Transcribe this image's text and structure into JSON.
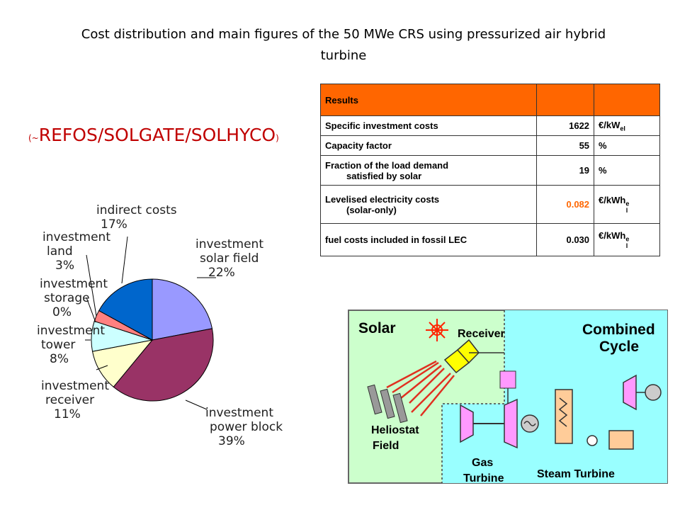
{
  "page": {
    "title": "Cost distribution and main figures of the 50 MWe CRS using pressurized air hybrid turbine",
    "subtitle_prefix": "(~",
    "subtitle_main": "REFOS/SOLGATE/SOLHYCO",
    "subtitle_suffix": ")"
  },
  "chart_data": {
    "type": "pie",
    "slices": [
      {
        "label_lines": [
          "investment",
          "solar field",
          "22%"
        ],
        "value": 22,
        "color": "#9999ff"
      },
      {
        "label_lines": [
          "investment",
          "power block",
          "39%"
        ],
        "value": 39,
        "color": "#993366"
      },
      {
        "label_lines": [
          "investment",
          "receiver",
          "11%"
        ],
        "value": 11,
        "color": "#ffffcc"
      },
      {
        "label_lines": [
          "investment",
          "tower",
          "8%"
        ],
        "value": 8,
        "color": "#ccffff"
      },
      {
        "label_lines": [
          "investment",
          "storage",
          "0%"
        ],
        "value": 0,
        "color": "#660066"
      },
      {
        "label_lines": [
          "investment",
          "land",
          "3%"
        ],
        "value": 3,
        "color": "#ff8080"
      },
      {
        "label_lines": [
          "indirect costs",
          "17%"
        ],
        "value": 17,
        "color": "#0066cc"
      }
    ]
  },
  "table": {
    "header": "Results",
    "rows": [
      {
        "name": "Specific investment costs",
        "value": "1622",
        "unit": "€/kW",
        "unit_sub": "el"
      },
      {
        "name": "Capacity factor",
        "value": "55",
        "unit": "%",
        "unit_sub": ""
      },
      {
        "name": "Fraction of the load demand",
        "name2": "satisfied by solar",
        "value": "19",
        "unit": "%",
        "unit_sub": ""
      },
      {
        "name": "Levelised electricity costs",
        "name2": "(solar-only)",
        "value": "0.082",
        "unit": "€/kWh",
        "unit_sub": "e",
        "unit2": "l"
      },
      {
        "name": "fuel costs included in fossil LEC",
        "value": "0.030",
        "unit": "€/kWh",
        "unit_sub": "e",
        "unit2": "l"
      }
    ]
  },
  "diagram": {
    "solar": "Solar",
    "receiver": "Receiver",
    "combined1": "Combined",
    "combined2": "Cycle",
    "heliostat1": "Heliostat",
    "heliostat2": "Field",
    "gas1": "Gas",
    "gas2": "Turbine",
    "steam": "Steam Turbine"
  },
  "colors": {
    "accent": "#ff6600",
    "left_panel": "#ccffcc",
    "right_panel": "#99ffff",
    "component": "#ff99ff"
  }
}
